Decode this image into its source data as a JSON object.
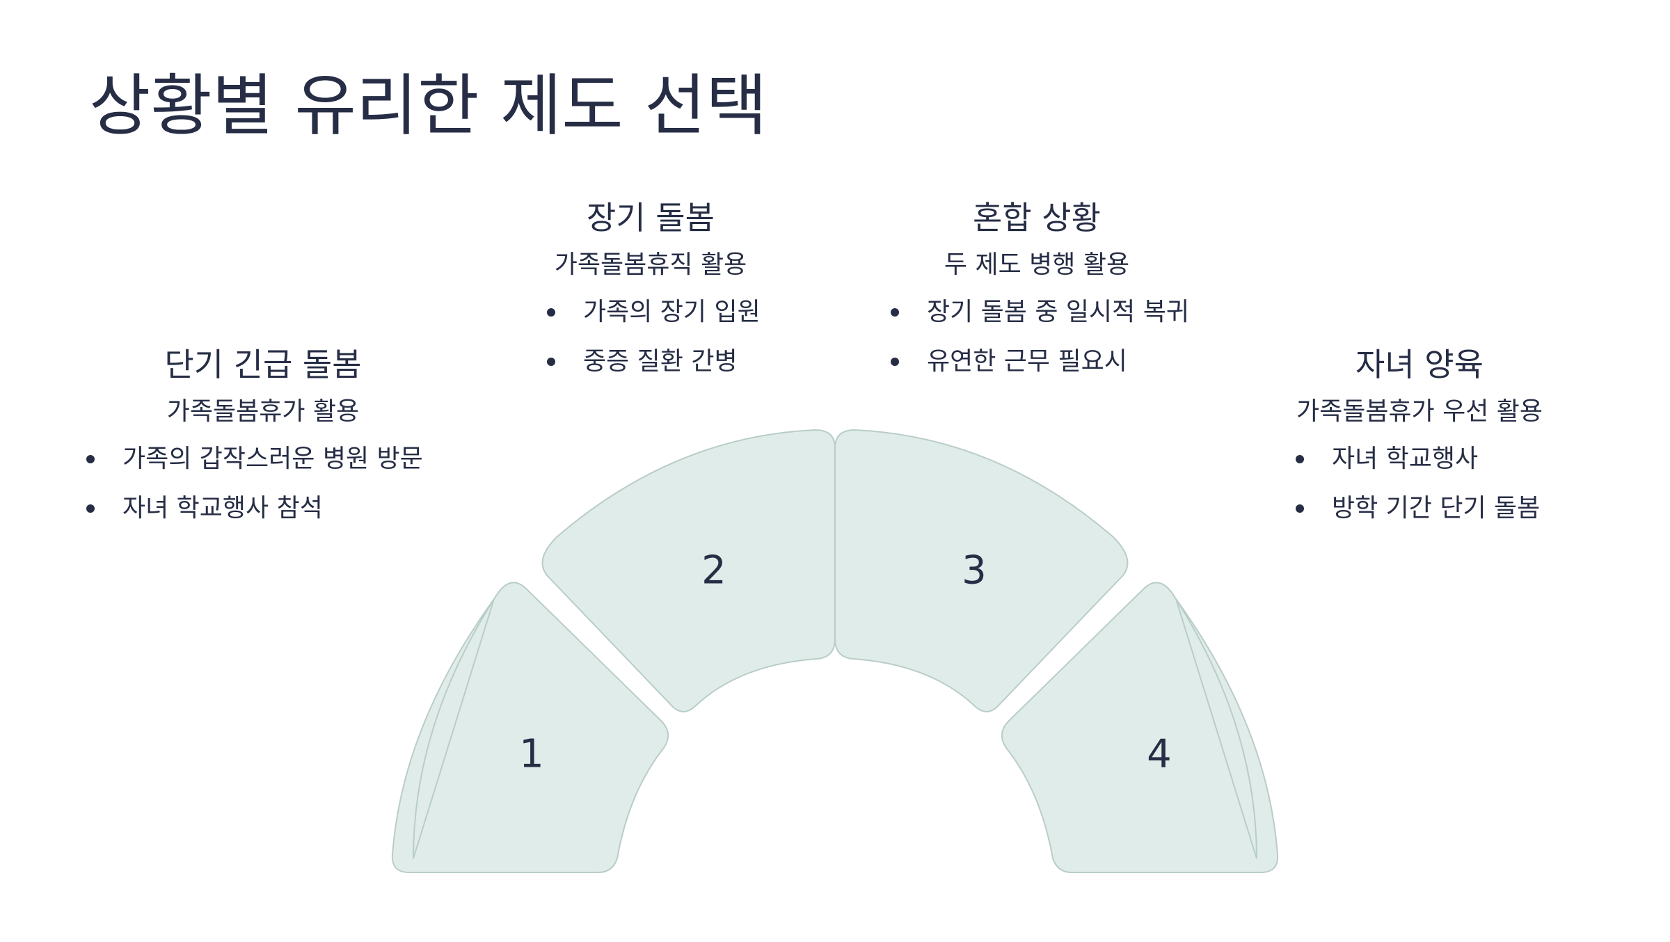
{
  "title": "상황별 유리한 제도 선택",
  "segments": [
    {
      "number": "1"
    },
    {
      "number": "2"
    },
    {
      "number": "3"
    },
    {
      "number": "4"
    }
  ],
  "cards": [
    {
      "heading": "단기 긴급 돌봄",
      "subtitle": "가족돌봄휴가 활용",
      "bullets": [
        "가족의 갑작스러운 병원 방문",
        "자녀 학교행사 참석"
      ]
    },
    {
      "heading": "장기 돌봄",
      "subtitle": "가족돌봄휴직 활용",
      "bullets": [
        "가족의 장기 입원",
        "중증 질환 간병"
      ]
    },
    {
      "heading": "혼합 상황",
      "subtitle": "두 제도 병행 활용",
      "bullets": [
        "장기 돌봄 중 일시적 복귀",
        "유연한 근무 필요시"
      ]
    },
    {
      "heading": "자녀 양육",
      "subtitle": "가족돌봄휴가 우선 활용",
      "bullets": [
        "자녀 학교행사",
        "방학 기간 단기 돌봄"
      ]
    }
  ],
  "colors": {
    "text": "#262d45",
    "segment_fill": "#e0ece9",
    "segment_stroke": "#b9cdc7"
  }
}
